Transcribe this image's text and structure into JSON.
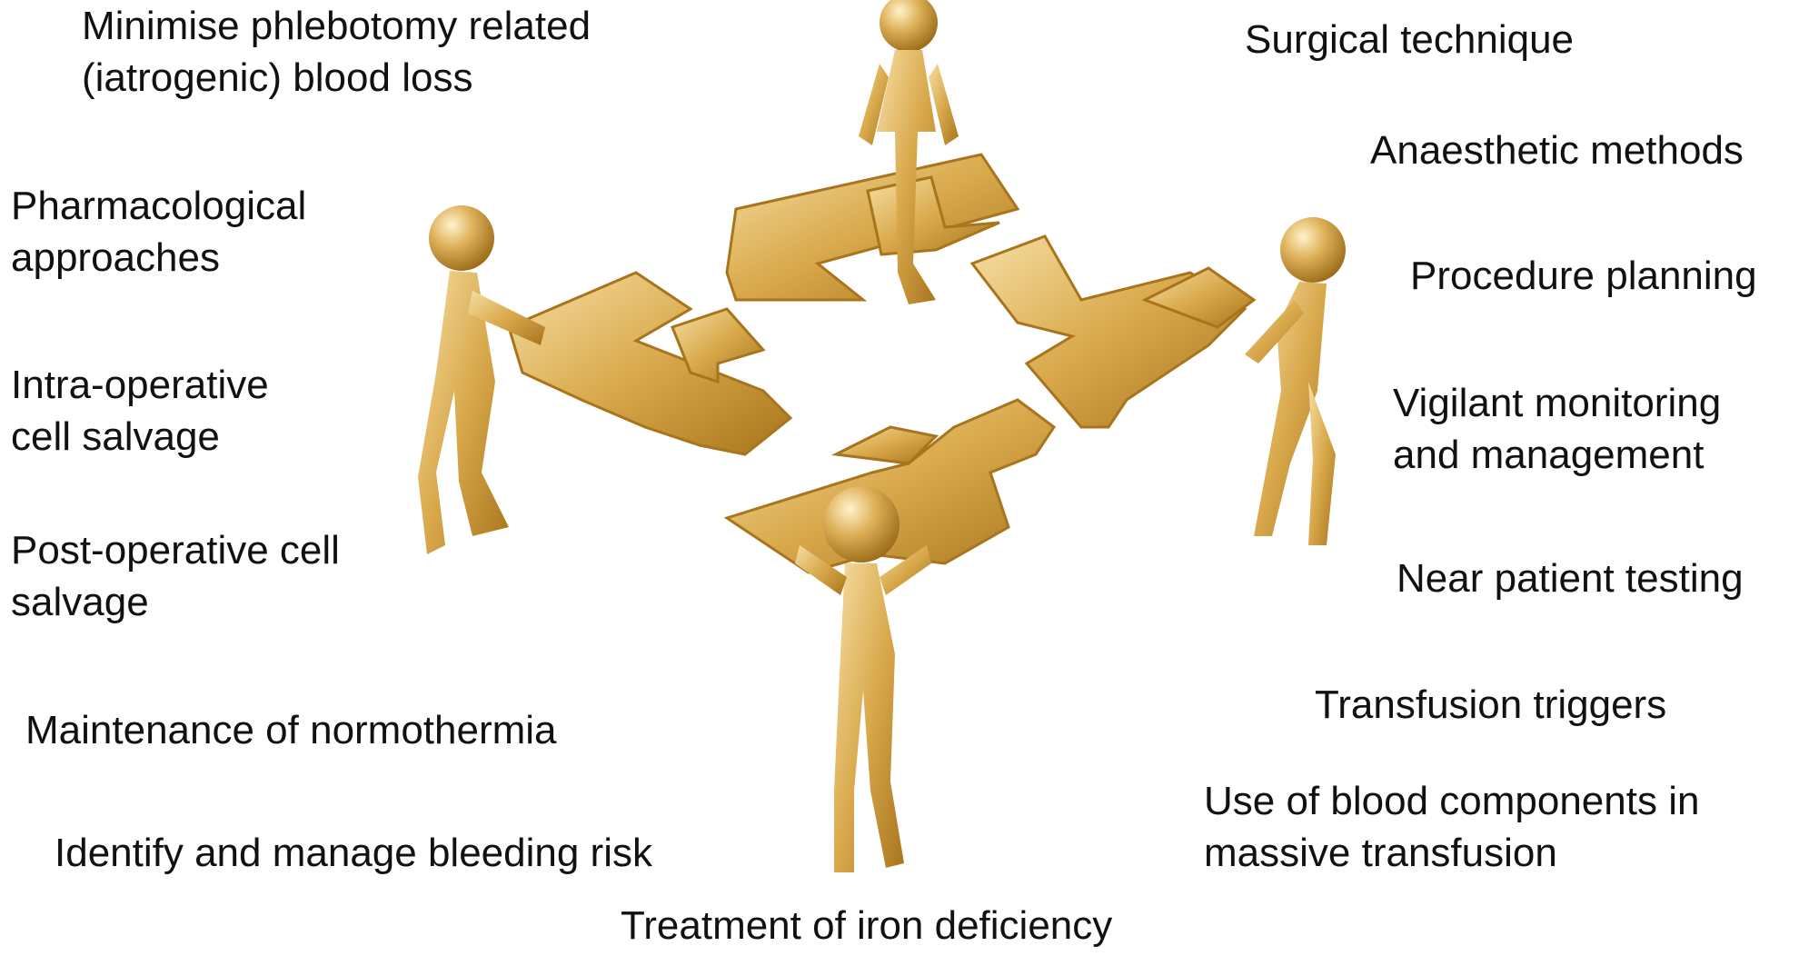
{
  "palette": {
    "gold_light": "#f3d89a",
    "gold_mid": "#d8a84a",
    "gold_dark": "#a8741c",
    "text": "#111111",
    "background": "#ffffff"
  },
  "figures": [
    {
      "name": "figure-top",
      "description_icon": "gold-person-icon"
    },
    {
      "name": "figure-left",
      "description_icon": "gold-person-icon"
    },
    {
      "name": "figure-right",
      "description_icon": "gold-person-icon"
    },
    {
      "name": "figure-bottom",
      "description_icon": "gold-person-icon"
    }
  ],
  "labels": {
    "phlebotomy": [
      "Minimise phlebotomy related",
      "(iatrogenic) blood loss"
    ],
    "pharmacological": [
      "Pharmacological",
      "approaches"
    ],
    "intraop": [
      "Intra-operative",
      "cell salvage"
    ],
    "postop": [
      "Post-operative cell",
      "salvage"
    ],
    "normothermia": [
      "Maintenance of normothermia"
    ],
    "bleeding_risk": [
      "Identify and manage bleeding risk"
    ],
    "iron": [
      "Treatment of iron deficiency"
    ],
    "surgical": [
      "Surgical technique"
    ],
    "anaesthetic": [
      "Anaesthetic methods"
    ],
    "procedure": [
      "Procedure planning"
    ],
    "vigilant": [
      "Vigilant monitoring",
      "and management"
    ],
    "near_patient": [
      "Near patient testing"
    ],
    "triggers": [
      "Transfusion triggers"
    ],
    "components": [
      "Use of blood components in",
      "massive transfusion"
    ]
  }
}
